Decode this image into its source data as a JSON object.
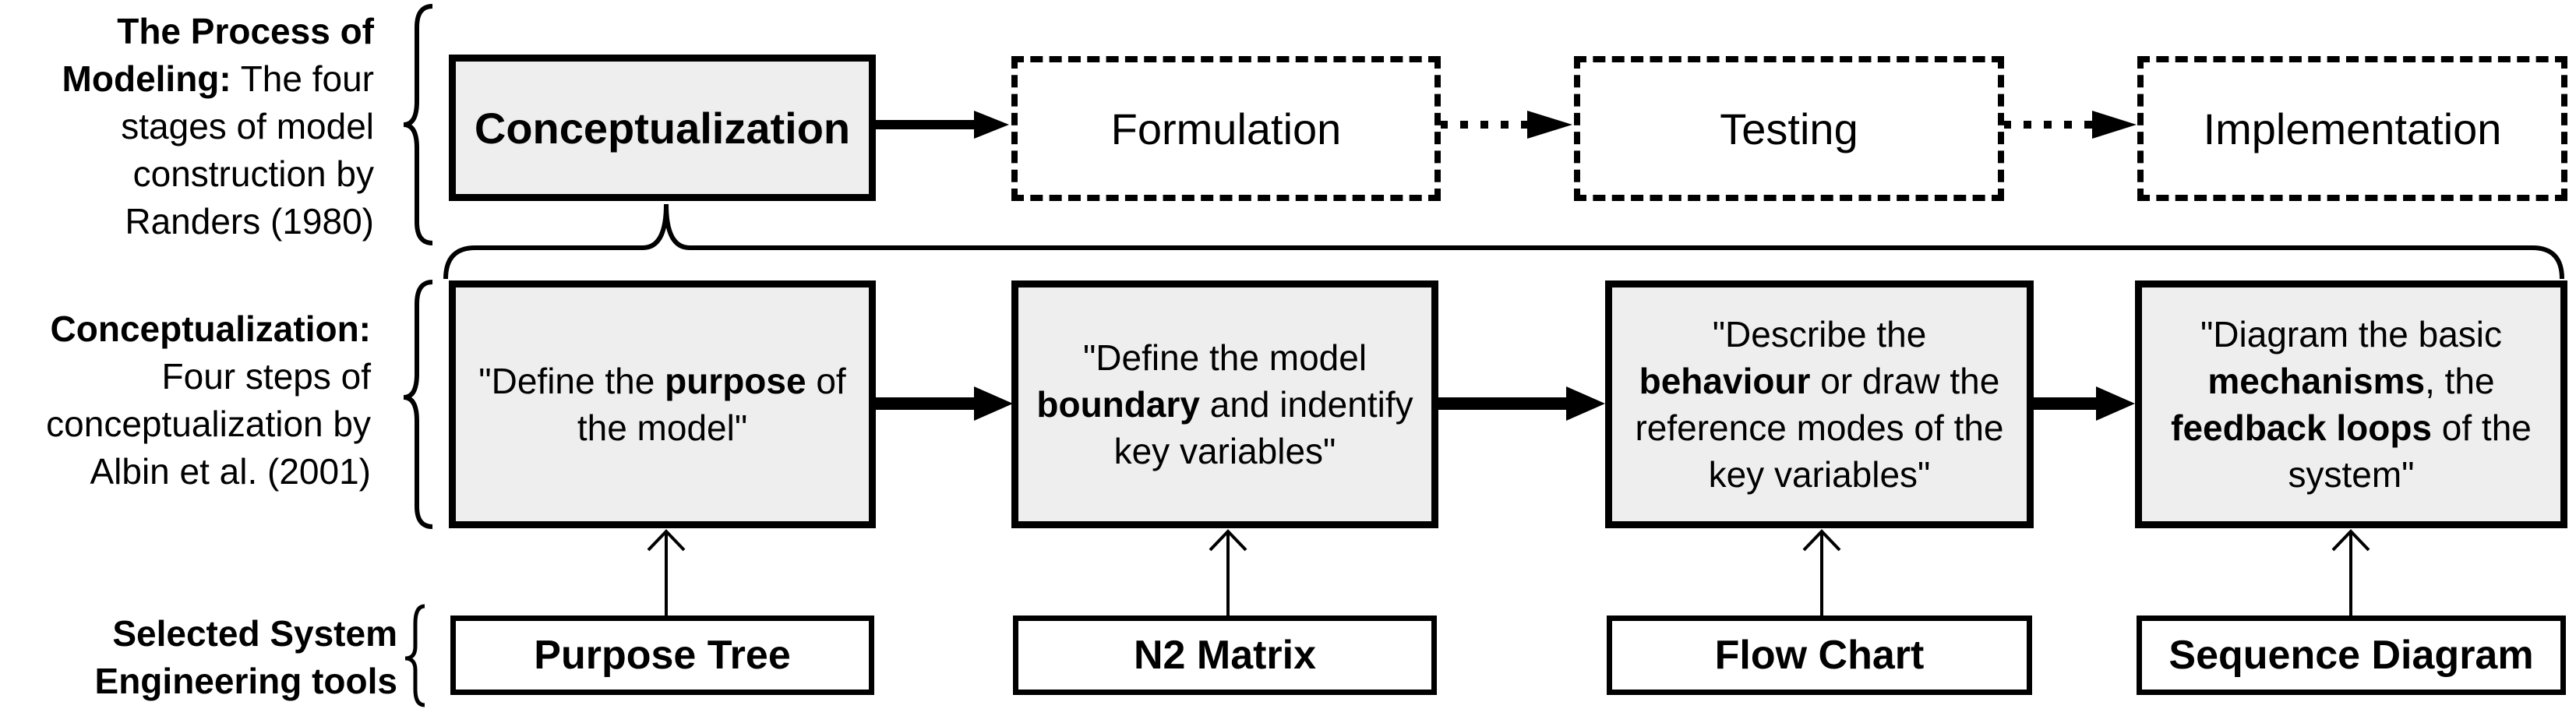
{
  "left_labels": {
    "process": {
      "bold": "The Process of Modeling:",
      "text": "The four stages of model construction by Randers (1980)"
    },
    "conceptualization": {
      "bold": "Conceptualization:",
      "text": "Four steps of conceptualization by Albin et al. (2001)"
    },
    "tools": {
      "bold": "Selected System Engineering tools",
      "text": ""
    }
  },
  "stages": [
    {
      "label": "Conceptualization",
      "style": "solid"
    },
    {
      "label": "Formulation",
      "style": "dashed"
    },
    {
      "label": "Testing",
      "style": "dashed"
    },
    {
      "label": "Implementation",
      "style": "dashed"
    }
  ],
  "steps": [
    {
      "pre": "\"Define the ",
      "bold": "purpose",
      "post": " of the model\""
    },
    {
      "pre": "\"Define the model ",
      "bold": "boundary",
      "post": " and indentify key variables\""
    },
    {
      "pre": "\"Describe the ",
      "bold": "behaviour",
      "post": " or draw the reference modes of the key variables\""
    },
    {
      "pre": "\"Diagram the basic ",
      "bold": "mechanisms",
      "mid": ", the ",
      "bold2": "feedback loops",
      "post": " of the system\""
    }
  ],
  "tools": [
    "Purpose Tree",
    "N2 Matrix",
    "Flow Chart",
    "Sequence Diagram"
  ],
  "colors": {
    "box_fill": "#eeeeee",
    "stroke": "#000000"
  }
}
